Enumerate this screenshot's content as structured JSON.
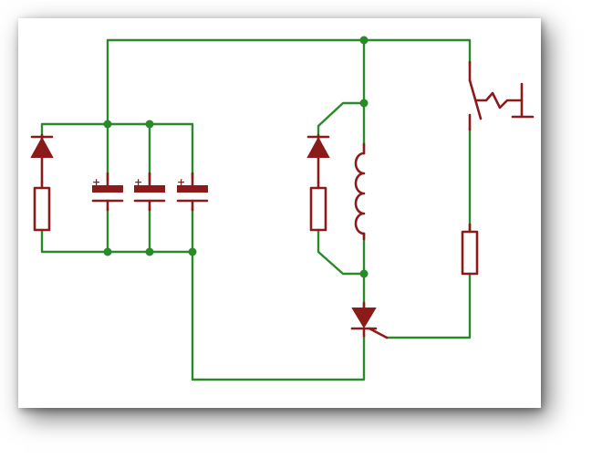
{
  "diagram": {
    "type": "circuit-schematic",
    "colors": {
      "wire": "#2a8a2a",
      "component": "#8b1a1a",
      "background": "#ffffff"
    },
    "components": [
      {
        "name": "diode-left",
        "kind": "diode"
      },
      {
        "name": "resistor-left",
        "kind": "resistor"
      },
      {
        "name": "capacitor-1",
        "kind": "polarized-capacitor",
        "polarity_mark": "+"
      },
      {
        "name": "capacitor-2",
        "kind": "polarized-capacitor",
        "polarity_mark": "+"
      },
      {
        "name": "capacitor-3",
        "kind": "polarized-capacitor",
        "polarity_mark": "+"
      },
      {
        "name": "diode-center",
        "kind": "diode"
      },
      {
        "name": "resistor-center",
        "kind": "resistor"
      },
      {
        "name": "inductor-coil",
        "kind": "inductor"
      },
      {
        "name": "push-switch",
        "kind": "push-button-switch"
      },
      {
        "name": "resistor-right",
        "kind": "resistor"
      },
      {
        "name": "thyristor",
        "kind": "scr"
      }
    ]
  }
}
